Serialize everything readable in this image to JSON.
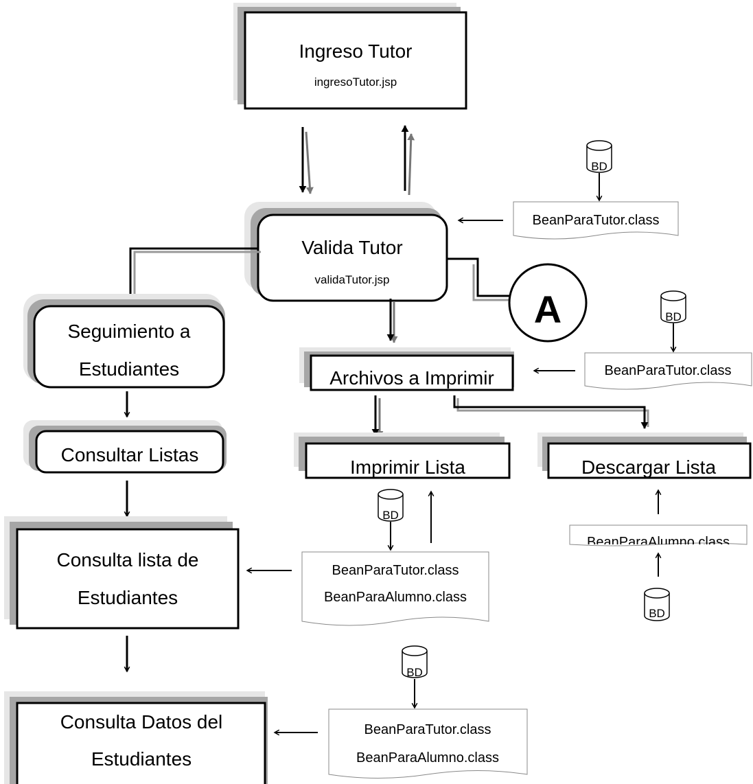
{
  "nodes": {
    "ingreso": {
      "title": "Ingreso Tutor",
      "subtitle": "ingresoTutor.jsp"
    },
    "valida": {
      "title": "Valida Tutor",
      "subtitle": "validaTutor.jsp"
    },
    "connector": {
      "label": "A"
    },
    "seguimiento": {
      "line1": "Seguimiento a",
      "line2": "Estudiantes"
    },
    "consultar_listas": {
      "label": "Consultar Listas"
    },
    "consulta_lista": {
      "line1": "Consulta lista de",
      "line2": "Estudiantes"
    },
    "consulta_datos": {
      "line1": "Consulta Datos del",
      "line2": "Estudiantes"
    },
    "archivos": {
      "label": "Archivos a Imprimir"
    },
    "imprimir": {
      "label": "Imprimir Lista"
    },
    "descargar": {
      "label": "Descargar Lista"
    }
  },
  "databases": {
    "db1": "BD",
    "db2": "BD",
    "db3": "BD",
    "db4": "BD",
    "db5": "BD"
  },
  "documents": {
    "doc1": [
      "BeanParaTutor.class"
    ],
    "doc2": [
      "BeanParaTutor.class"
    ],
    "doc3": [
      "BeanParaTutor.class",
      "BeanParaAlumno.class"
    ],
    "doc4": [
      "BeanParaAlumno.class"
    ],
    "doc5": [
      "BeanParaTutor.class",
      "BeanParaAlumno.class"
    ]
  }
}
